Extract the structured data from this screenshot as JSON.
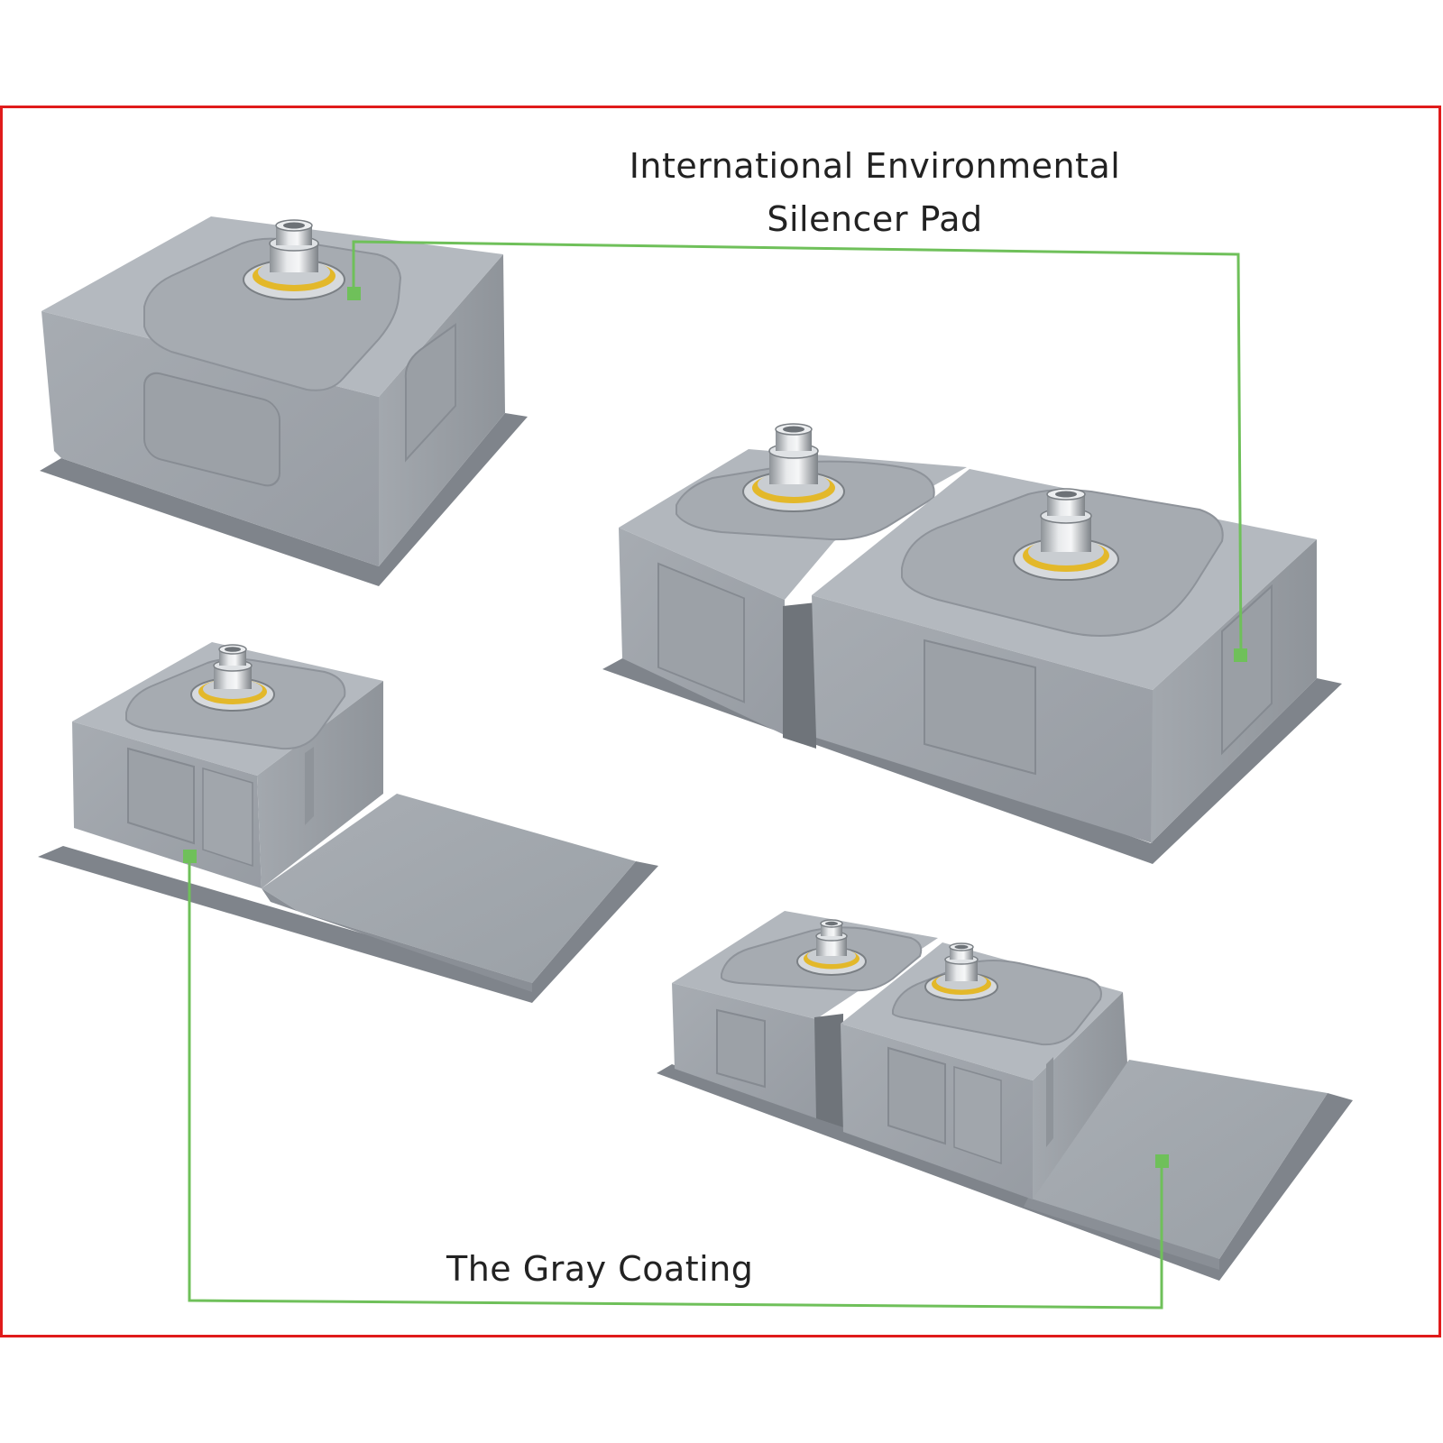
{
  "callouts": {
    "silencer_pad": {
      "line1": "International Environmental",
      "line2": "Silencer Pad"
    },
    "gray_coating": {
      "label": "The Gray Coating"
    }
  },
  "colors": {
    "frame": "#e01b1b",
    "leader_line": "#6fc05a",
    "sink_body": "#9ea4ab",
    "sink_top": "#b3b8be",
    "sink_flange": "#8a8f96",
    "drain_gold": "#e3b82a",
    "steel": "#c9cdd1"
  },
  "products": [
    {
      "id": "single-bowl-sink",
      "icon": "sink-icon"
    },
    {
      "id": "double-bowl-sink",
      "icon": "sink-icon"
    },
    {
      "id": "single-bowl-drainboard-sink",
      "icon": "sink-icon"
    },
    {
      "id": "double-bowl-drainboard-sink",
      "icon": "sink-icon"
    }
  ]
}
